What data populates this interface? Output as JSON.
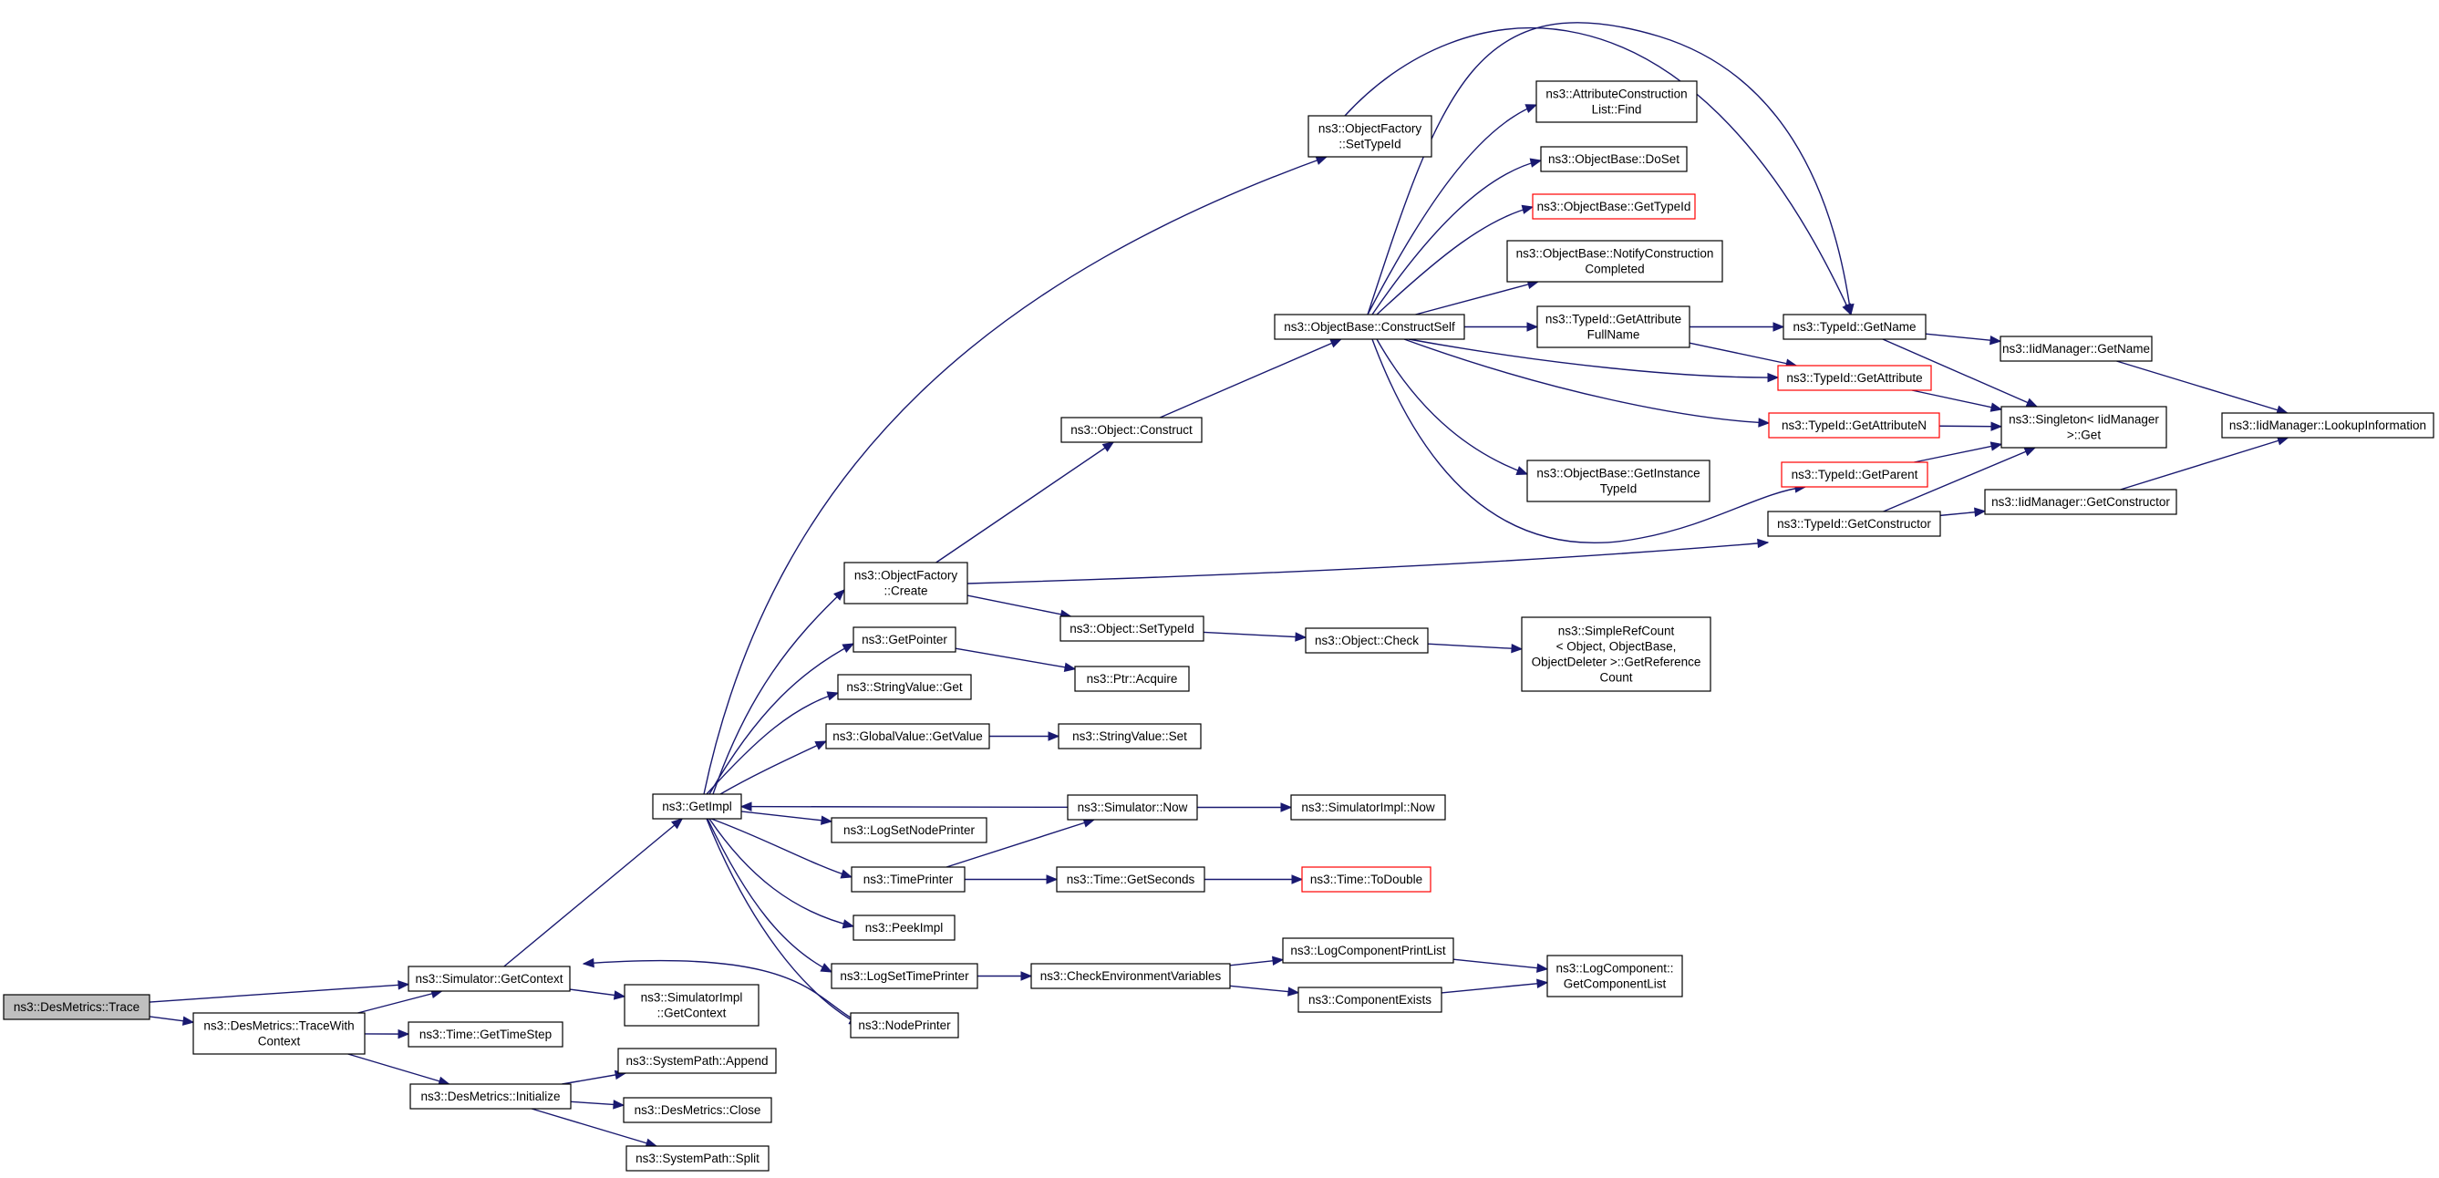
{
  "graph": {
    "colors": {
      "edge": "#191970",
      "node_border": "#000000",
      "node_truncated_border": "#ff0000",
      "root_fill": "#bfbfbf",
      "node_fill": "#ffffff"
    },
    "nodes": [
      {
        "id": "trace",
        "lines": [
          "ns3::DesMetrics::Trace"
        ],
        "style": "root"
      },
      {
        "id": "tracewithcontext",
        "lines": [
          "ns3::DesMetrics::TraceWith",
          "Context"
        ]
      },
      {
        "id": "simgetcontext",
        "lines": [
          "ns3::Simulator::GetContext"
        ]
      },
      {
        "id": "getimpl",
        "lines": [
          "ns3::GetImpl"
        ]
      },
      {
        "id": "objfactorysettypeid",
        "lines": [
          "ns3::ObjectFactory",
          "::SetTypeId"
        ]
      },
      {
        "id": "typeidgetname",
        "lines": [
          "ns3::TypeId::GetName"
        ]
      },
      {
        "id": "iidgetname",
        "lines": [
          "ns3::IidManager::GetName"
        ]
      },
      {
        "id": "lookupinformation",
        "lines": [
          "ns3::IidManager::LookupInformation"
        ]
      },
      {
        "id": "singletonget",
        "lines": [
          "ns3::Singleton< IidManager",
          ">::Get"
        ]
      },
      {
        "id": "objfactorycreate",
        "lines": [
          "ns3::ObjectFactory",
          "::Create"
        ]
      },
      {
        "id": "objectconstruct",
        "lines": [
          "ns3::Object::Construct"
        ]
      },
      {
        "id": "constructself",
        "lines": [
          "ns3::ObjectBase::ConstructSelf"
        ]
      },
      {
        "id": "attrconslistfind",
        "lines": [
          "ns3::AttributeConstruction",
          "List::Find"
        ]
      },
      {
        "id": "objectbasedoset",
        "lines": [
          "ns3::ObjectBase::DoSet"
        ]
      },
      {
        "id": "objectbasegettypeid",
        "lines": [
          "ns3::ObjectBase::GetTypeId"
        ],
        "style": "red"
      },
      {
        "id": "notifyconstruction",
        "lines": [
          "ns3::ObjectBase::NotifyConstruction",
          "Completed"
        ]
      },
      {
        "id": "getattributefullname",
        "lines": [
          "ns3::TypeId::GetAttribute",
          "FullName"
        ]
      },
      {
        "id": "typeidgetattribute",
        "lines": [
          "ns3::TypeId::GetAttribute"
        ],
        "style": "red"
      },
      {
        "id": "typeidgetattributen",
        "lines": [
          "ns3::TypeId::GetAttributeN"
        ],
        "style": "red"
      },
      {
        "id": "getinstancetypeid",
        "lines": [
          "ns3::ObjectBase::GetInstance",
          "TypeId"
        ]
      },
      {
        "id": "typeidgetparent",
        "lines": [
          "ns3::TypeId::GetParent"
        ],
        "style": "red"
      },
      {
        "id": "typeidgetconstructor",
        "lines": [
          "ns3::TypeId::GetConstructor"
        ]
      },
      {
        "id": "iidgetconstructor",
        "lines": [
          "ns3::IidManager::GetConstructor"
        ]
      },
      {
        "id": "getpointer",
        "lines": [
          "ns3::GetPointer"
        ]
      },
      {
        "id": "objectsettypeid",
        "lines": [
          "ns3::Object::SetTypeId"
        ]
      },
      {
        "id": "objectcheck",
        "lines": [
          "ns3::Object::Check"
        ]
      },
      {
        "id": "simplerefcount",
        "lines": [
          "ns3::SimpleRefCount",
          "< Object, ObjectBase,",
          "ObjectDeleter >::GetReference",
          "Count"
        ]
      },
      {
        "id": "ptracquire",
        "lines": [
          "ns3::Ptr::Acquire"
        ]
      },
      {
        "id": "stringvalueget",
        "lines": [
          "ns3::StringValue::Get"
        ]
      },
      {
        "id": "globalvaluegetvalue",
        "lines": [
          "ns3::GlobalValue::GetValue"
        ]
      },
      {
        "id": "stringvalueset",
        "lines": [
          "ns3::StringValue::Set"
        ]
      },
      {
        "id": "simulatornow",
        "lines": [
          "ns3::Simulator::Now"
        ]
      },
      {
        "id": "simulatorimplnow",
        "lines": [
          "ns3::SimulatorImpl::Now"
        ]
      },
      {
        "id": "logsetnodeprinter",
        "lines": [
          "ns3::LogSetNodePrinter"
        ]
      },
      {
        "id": "timeprinter",
        "lines": [
          "ns3::TimePrinter"
        ]
      },
      {
        "id": "timegetseconds",
        "lines": [
          "ns3::Time::GetSeconds"
        ]
      },
      {
        "id": "timetodouble",
        "lines": [
          "ns3::Time::ToDouble"
        ],
        "style": "red"
      },
      {
        "id": "peekimpl",
        "lines": [
          "ns3::PeekImpl"
        ]
      },
      {
        "id": "logsettimeprinter",
        "lines": [
          "ns3::LogSetTimePrinter"
        ]
      },
      {
        "id": "checkenvvars",
        "lines": [
          "ns3::CheckEnvironmentVariables"
        ]
      },
      {
        "id": "logcomponentprintlist",
        "lines": [
          "ns3::LogComponentPrintList"
        ]
      },
      {
        "id": "componentexists",
        "lines": [
          "ns3::ComponentExists"
        ]
      },
      {
        "id": "getcomponentlist",
        "lines": [
          "ns3::LogComponent::",
          "GetComponentList"
        ]
      },
      {
        "id": "nodeprinter",
        "lines": [
          "ns3::NodePrinter"
        ]
      },
      {
        "id": "simimplgetcontext",
        "lines": [
          "ns3::SimulatorImpl",
          "::GetContext"
        ]
      },
      {
        "id": "timegettimestep",
        "lines": [
          "ns3::Time::GetTimeStep"
        ]
      },
      {
        "id": "desmetricsinitialize",
        "lines": [
          "ns3::DesMetrics::Initialize"
        ]
      },
      {
        "id": "systempathappend",
        "lines": [
          "ns3::SystemPath::Append"
        ]
      },
      {
        "id": "desmetricsclose",
        "lines": [
          "ns3::DesMetrics::Close"
        ]
      },
      {
        "id": "systempathsplit",
        "lines": [
          "ns3::SystemPath::Split"
        ]
      }
    ],
    "edges": [
      {
        "from": "trace",
        "to": "simgetcontext"
      },
      {
        "from": "trace",
        "to": "tracewithcontext"
      },
      {
        "from": "tracewithcontext",
        "to": "simgetcontext"
      },
      {
        "from": "tracewithcontext",
        "to": "timegettimestep"
      },
      {
        "from": "tracewithcontext",
        "to": "desmetricsinitialize"
      },
      {
        "from": "simgetcontext",
        "to": "getimpl"
      },
      {
        "from": "simgetcontext",
        "to": "simimplgetcontext"
      },
      {
        "from": "getimpl",
        "to": "objfactorysettypeid"
      },
      {
        "from": "getimpl",
        "to": "objfactorycreate"
      },
      {
        "from": "getimpl",
        "to": "getpointer"
      },
      {
        "from": "getimpl",
        "to": "stringvalueget"
      },
      {
        "from": "getimpl",
        "to": "globalvaluegetvalue"
      },
      {
        "from": "getimpl",
        "to": "logsetnodeprinter"
      },
      {
        "from": "getimpl",
        "to": "timeprinter"
      },
      {
        "from": "getimpl",
        "to": "peekimpl"
      },
      {
        "from": "getimpl",
        "to": "logsettimeprinter"
      },
      {
        "from": "getimpl",
        "to": "nodeprinter"
      },
      {
        "from": "objfactorysettypeid",
        "to": "typeidgetname"
      },
      {
        "from": "typeidgetname",
        "to": "iidgetname"
      },
      {
        "from": "typeidgetname",
        "to": "singletonget"
      },
      {
        "from": "iidgetname",
        "to": "lookupinformation"
      },
      {
        "from": "objfactorycreate",
        "to": "objectconstruct"
      },
      {
        "from": "objfactorycreate",
        "to": "typeidgetconstructor"
      },
      {
        "from": "objfactorycreate",
        "to": "objectsettypeid"
      },
      {
        "from": "objectconstruct",
        "to": "constructself"
      },
      {
        "from": "constructself",
        "to": "attrconslistfind"
      },
      {
        "from": "constructself",
        "to": "objectbasedoset"
      },
      {
        "from": "constructself",
        "to": "objectbasegettypeid"
      },
      {
        "from": "constructself",
        "to": "notifyconstruction"
      },
      {
        "from": "constructself",
        "to": "getattributefullname"
      },
      {
        "from": "constructself",
        "to": "typeidgetname"
      },
      {
        "from": "constructself",
        "to": "typeidgetattribute"
      },
      {
        "from": "constructself",
        "to": "typeidgetattributen"
      },
      {
        "from": "constructself",
        "to": "getinstancetypeid"
      },
      {
        "from": "constructself",
        "to": "typeidgetparent"
      },
      {
        "from": "getattributefullname",
        "to": "typeidgetname"
      },
      {
        "from": "getattributefullname",
        "to": "typeidgetattribute"
      },
      {
        "from": "typeidgetattribute",
        "to": "singletonget"
      },
      {
        "from": "typeidgetattributen",
        "to": "singletonget"
      },
      {
        "from": "typeidgetparent",
        "to": "singletonget"
      },
      {
        "from": "typeidgetconstructor",
        "to": "singletonget"
      },
      {
        "from": "typeidgetconstructor",
        "to": "iidgetconstructor"
      },
      {
        "from": "iidgetconstructor",
        "to": "lookupinformation"
      },
      {
        "from": "getpointer",
        "to": "ptracquire"
      },
      {
        "from": "objectsettypeid",
        "to": "objectcheck"
      },
      {
        "from": "objectcheck",
        "to": "simplerefcount"
      },
      {
        "from": "globalvaluegetvalue",
        "to": "stringvalueset"
      },
      {
        "from": "simulatornow",
        "to": "getimpl"
      },
      {
        "from": "simulatornow",
        "to": "simulatorimplnow"
      },
      {
        "from": "timeprinter",
        "to": "simulatornow"
      },
      {
        "from": "timeprinter",
        "to": "timegetseconds"
      },
      {
        "from": "timegetseconds",
        "to": "timetodouble"
      },
      {
        "from": "logsettimeprinter",
        "to": "checkenvvars"
      },
      {
        "from": "checkenvvars",
        "to": "logcomponentprintlist"
      },
      {
        "from": "checkenvvars",
        "to": "componentexists"
      },
      {
        "from": "logcomponentprintlist",
        "to": "getcomponentlist"
      },
      {
        "from": "componentexists",
        "to": "getcomponentlist"
      },
      {
        "from": "nodeprinter",
        "to": "simgetcontext"
      },
      {
        "from": "desmetricsinitialize",
        "to": "systempathappend"
      },
      {
        "from": "desmetricsinitialize",
        "to": "desmetricsclose"
      },
      {
        "from": "desmetricsinitialize",
        "to": "systempathsplit"
      }
    ]
  }
}
